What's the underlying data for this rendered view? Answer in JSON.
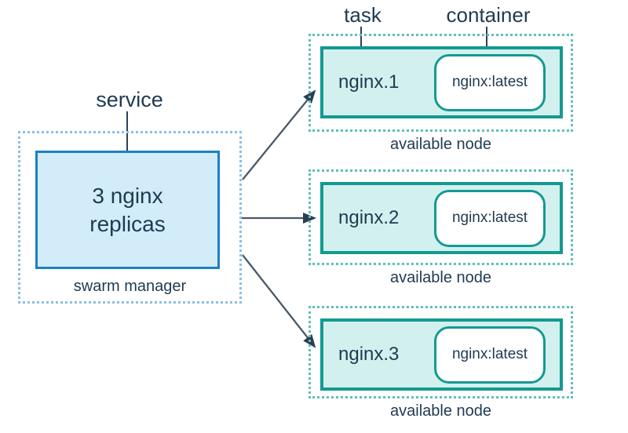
{
  "labels": {
    "service": "service",
    "task": "task",
    "container": "container"
  },
  "manager": {
    "service_box": "3 nginx\nreplicas",
    "caption": "swarm manager"
  },
  "nodes": [
    {
      "task": "nginx.1",
      "container": "nginx:latest",
      "caption": "available node"
    },
    {
      "task": "nginx.2",
      "container": "nginx:latest",
      "caption": "available node"
    },
    {
      "task": "nginx.3",
      "container": "nginx:latest",
      "caption": "available node"
    }
  ],
  "colors": {
    "text_navy": "#1f3a52",
    "service_border": "#1b80c5",
    "service_fill": "#d3ecfa",
    "swarm_dash": "#8abfe4",
    "node_dash": "#5fc0b8",
    "task_border": "#149992",
    "task_fill": "#d2f1ee",
    "container_border": "#149992",
    "container_fill": "#ffffff",
    "arrow_line": "#4a5866",
    "arrow_head": "#2b3e52",
    "connector_line": "#2c4257",
    "bg": "#ffffff"
  }
}
